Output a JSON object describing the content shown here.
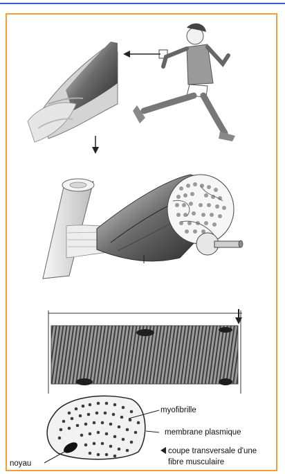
{
  "figure": {
    "labels": {
      "myofibrille": "myofibrille",
      "membrane": "membrane plasmique",
      "coupe_line1": "coupe transversale d'une",
      "coupe_line2": "fibre musculaire",
      "noyau": "noyau"
    },
    "colors": {
      "frame": "#f0a033",
      "top_rule": "#3b5bd6"
    }
  }
}
